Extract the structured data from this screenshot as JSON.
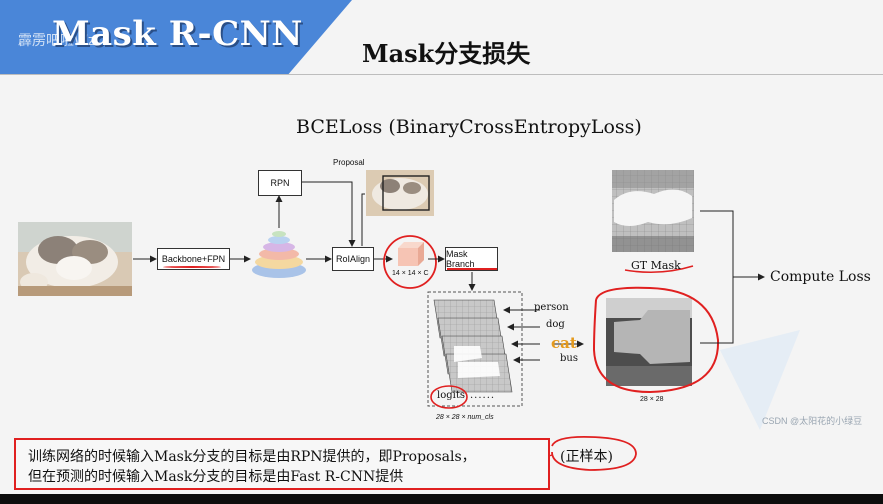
{
  "header": {
    "section_title": "Mask R-CNN",
    "watermark": "霹雳吧啦Wz",
    "slide_title": "Mask分支损失"
  },
  "diagram": {
    "loss_title": "BCELoss (BinaryCrossEntropyLoss)",
    "backbone_label": "Backbone+FPN",
    "rpn_label": "RPN",
    "proposal_label": "Proposal",
    "roialign_label": "RoIAlign",
    "feature_size": "14 × 14 × C",
    "mask_branch_label": "Mask Branch",
    "classes": [
      "person",
      "dog",
      "cat",
      "bus"
    ],
    "logits_label": "logits",
    "ellipsis": "......",
    "logits_size": "28 × 28 × num_cls",
    "gt_mask_label": "GT Mask",
    "pred_size": "28 × 28",
    "compute_loss_label": "Compute Loss"
  },
  "caption": {
    "line1": "训练网络的时候输入Mask分支的目标是由RPN提供的，即Proposals，",
    "line2": "但在预测的时候输入Mask分支的目标是由Fast R-CNN提供",
    "positive_note": "(正样本)"
  },
  "footer": {
    "csdn_watermark": "CSDN @太阳花的小绿豆"
  },
  "colors": {
    "ribbon": "#4a86d8",
    "annotation_red": "#e02020",
    "cat_label": "#e59a1c"
  }
}
